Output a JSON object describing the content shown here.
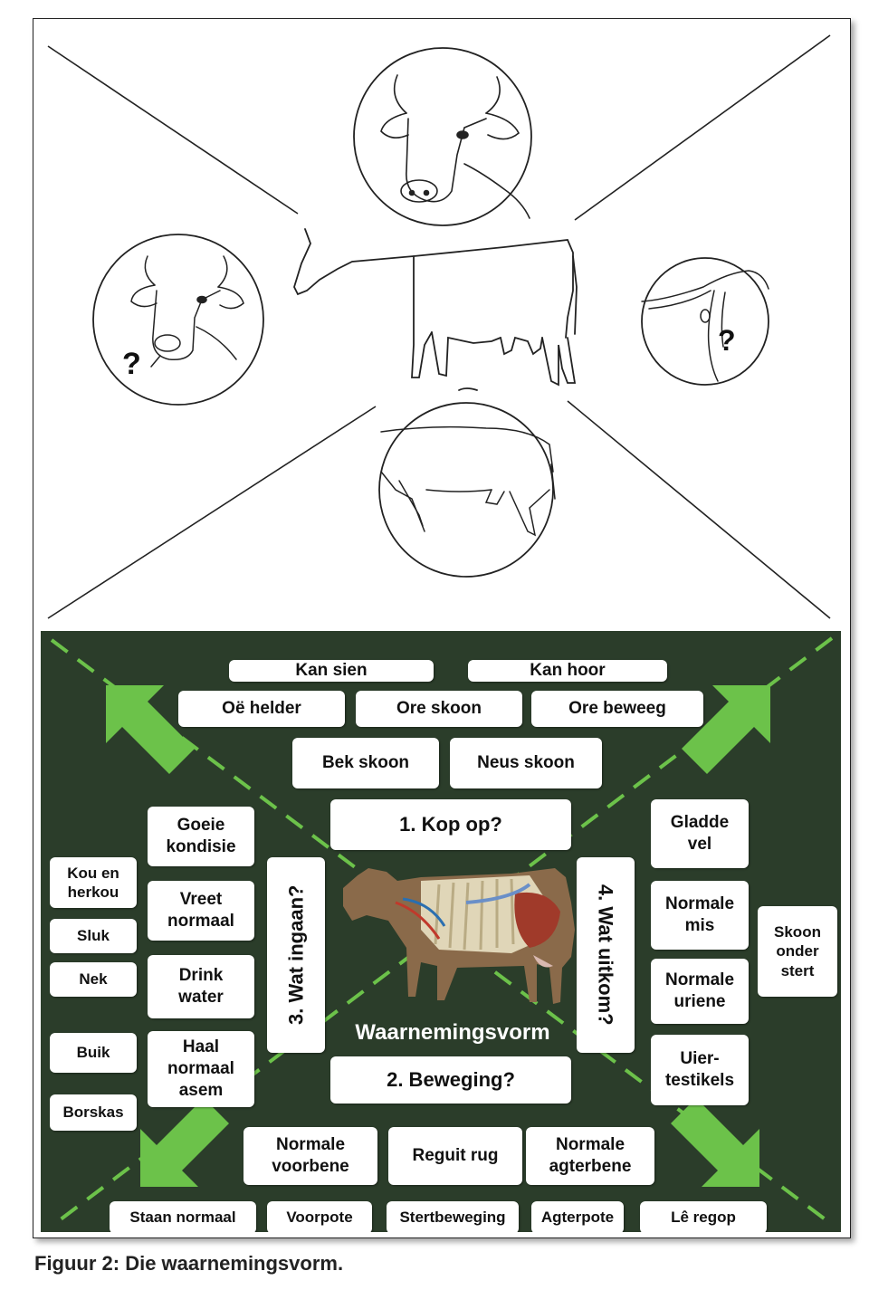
{
  "figure": {
    "caption": "Figuur 2: Die waarnemingsvorm."
  },
  "top_illustration": {
    "question_marks": [
      "?",
      "?"
    ]
  },
  "panel": {
    "background": "#2b3d2a",
    "arrow_color": "#6cc24a",
    "center_label": "Waarnemingsvorm",
    "main_questions": {
      "kop_op": "1. Kop op?",
      "beweging": "2. Beweging?",
      "wat_ingaan": "3. Wat ingaan?",
      "wat_uitkom": "4. Wat uitkom?"
    },
    "head": {
      "kan_sien": "Kan sien",
      "kan_hoor": "Kan hoor",
      "oe_helder": "Oë helder",
      "ore_skoon": "Ore skoon",
      "ore_beweeg": "Ore beweeg",
      "bek_skoon": "Bek skoon",
      "neus_skoon": "Neus skoon"
    },
    "left": {
      "goeie_kondisie": "Goeie\nkondisie",
      "vreet_normaal": "Vreet\nnormaal",
      "drink_water": "Drink\nwater",
      "haal_normaal_asem": "Haal\nnormaal\nasem",
      "kou_en_herkou": "Kou en\nherkou",
      "sluk": "Sluk",
      "nek": "Nek",
      "buik": "Buik",
      "borskas": "Borskas"
    },
    "right": {
      "gladde_vel": "Gladde\nvel",
      "normale_mis": "Normale\nmis",
      "normale_uriene": "Normale\nuriene",
      "uier_testikels": "Uier-\ntestikels",
      "skoon_onder_stert": "Skoon\nonder\nstert"
    },
    "movement": {
      "normale_voorbene": "Normale\nvoorbene",
      "reguit_rug": "Reguit rug",
      "normale_agterbene": "Normale\nagterbene",
      "staan_normaal": "Staan normaal",
      "voorpote": "Voorpote",
      "stertbeweging": "Stertbeweging",
      "agterpote": "Agterpote",
      "le_regop": "Lê regop"
    }
  }
}
